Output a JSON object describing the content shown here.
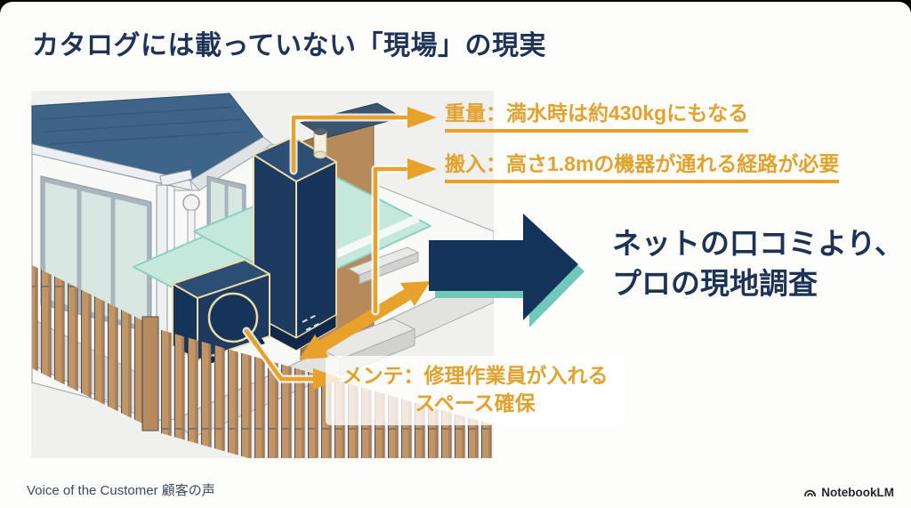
{
  "slide": {
    "title": "カタログには載っていない「現場」の現実",
    "annotations": {
      "weight": {
        "label": "重量：満水時は約430kgにもなる"
      },
      "carry_in": {
        "label": "搬入：高さ1.8mの機器が通れる経路が必要"
      },
      "maintenance": {
        "line1": "メンテ：修理作業員が入れる",
        "line2": "スペース確保"
      }
    },
    "conclusion": {
      "line1": "ネットの口コミより、",
      "line2": "プロの現地調査"
    },
    "footer": {
      "caption": "Voice of the Customer 顧客の声",
      "brand": "NotebookLM"
    },
    "colors": {
      "navy": "#1b3156",
      "orange": "#e5a12c",
      "teal_shadow": "#6fc9b8",
      "mint_pad": "#c5e8dd",
      "roof_blue": "#3e6487",
      "fence_tan": "#c29566",
      "illustration_bg": "#f0f0ee"
    },
    "illustration": {
      "elements": [
        "house",
        "blue-roof",
        "large-window",
        "small-window",
        "downspout",
        "entrance-door",
        "hot-water-tank-unit",
        "heat-pump-unit",
        "mint-foundation-pad",
        "wooden-fence",
        "carry-route-double-arrow",
        "leader-lines",
        "big-conclusion-arrow"
      ]
    }
  }
}
